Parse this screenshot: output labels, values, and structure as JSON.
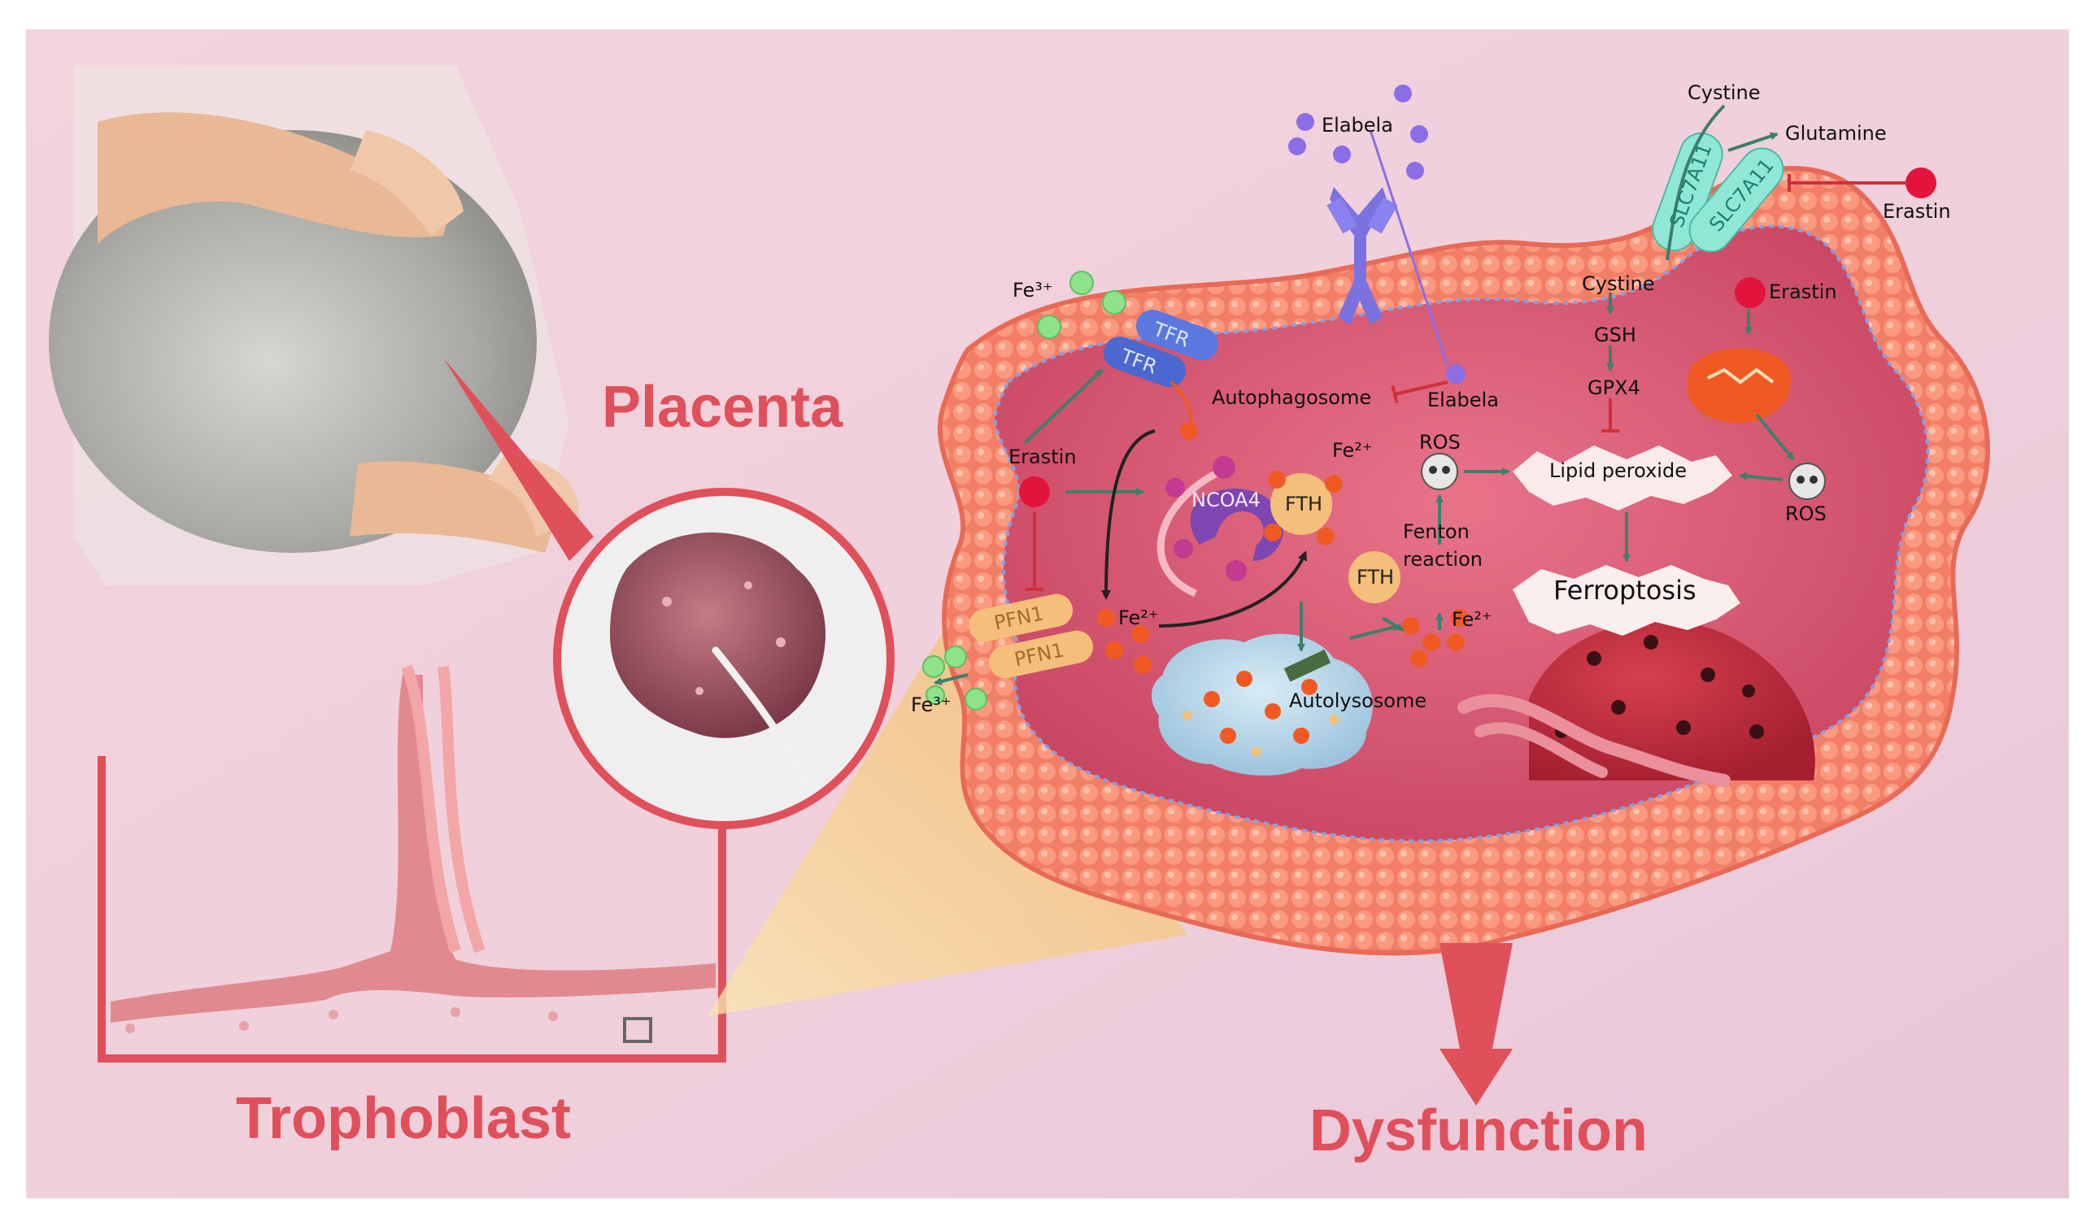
{
  "headings": {
    "placenta": "Placenta",
    "trophoblast": "Trophoblast",
    "dysfunction": "Dysfunction"
  },
  "labels": {
    "fe3_top": "Fe³⁺",
    "fe3_bottom": "Fe³⁺",
    "tfr_a": "TFR",
    "tfr_b": "TFR",
    "erastin_left": "Erastin",
    "pfn1_a": "PFN1",
    "pfn1_b": "PFN1",
    "fe2_left": "Fe²⁺",
    "ncoa4": "NCOA4",
    "fth_big": "FTH",
    "fth_small": "FTH",
    "fe2_mid": "Fe²⁺",
    "fe2_right": "Fe²⁺",
    "autophagosome": "Autophagosome",
    "autolysosome": "Autolysosome",
    "elabela_top": "Elabela",
    "elabela_bottom": "Elabela",
    "ros_left": "ROS",
    "fenton": "Fenton",
    "reaction": "reaction",
    "cystine_top": "Cystine",
    "glutamine": "Glutamine",
    "erastin_top": "Erastin",
    "slc_a": "SLC7A11",
    "slc_b": "SLC7A11",
    "cystine_inner": "Cystine",
    "gsh": "GSH",
    "gpx4": "GPX4",
    "erastin_mito": "Erastin",
    "lipid_peroxide": "Lipid peroxide",
    "ros_right": "ROS",
    "ferroptosis": "Ferroptosis"
  },
  "colors": {
    "heading": "#e0505a",
    "membrane": "#f07a62",
    "cytoplasm": "#d9566e",
    "arrow": "#3f7e6c",
    "inhibit": "#d0303a",
    "fe3": "#8ee28c",
    "fe2": "#f05a22",
    "elabela": "#8a6ee6",
    "erastin": "#e2143c",
    "slc": "#8fe8d6",
    "tfr": "#5a78e0",
    "pfn1": "#f4bf7a"
  }
}
